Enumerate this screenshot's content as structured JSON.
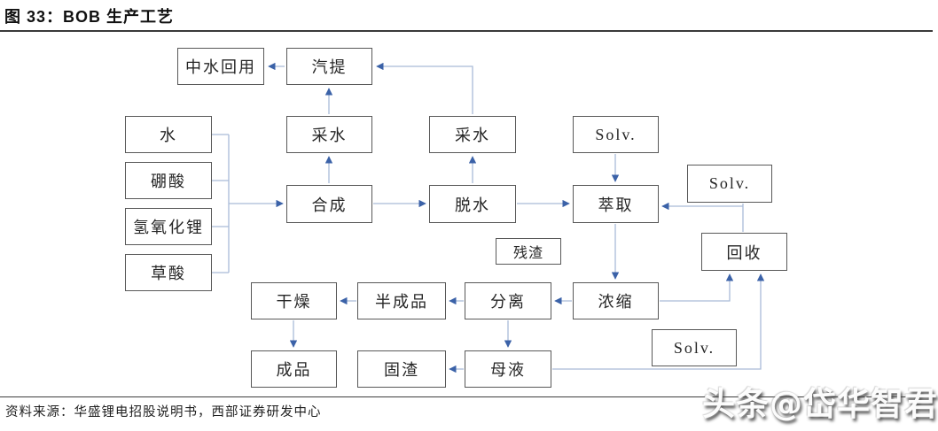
{
  "figure": {
    "title": "图 33：BOB 生产工艺",
    "source": "资料来源：华盛锂电招股说明书，西部证券研发中心",
    "watermark": "头条@岱华智君"
  },
  "colors": {
    "connector_line": "#a9bbd8",
    "arrowhead": "#3b62a8",
    "box_border": "#585858",
    "box_text": "#262626",
    "title_rule": "#3a3a3a",
    "source_rule": "#3d3d3d"
  },
  "flowchart": {
    "nodes": [
      {
        "id": "reclaimed-water-reuse",
        "label": "中水回用"
      },
      {
        "id": "steam-stripping",
        "label": "汽提"
      },
      {
        "id": "water-collection-1",
        "label": "采水"
      },
      {
        "id": "water-collection-2",
        "label": "采水"
      },
      {
        "id": "solvent-top",
        "label": "Solv."
      },
      {
        "id": "water",
        "label": "水"
      },
      {
        "id": "boric-acid",
        "label": "硼酸"
      },
      {
        "id": "lithium-hydroxide",
        "label": "氢氧化锂"
      },
      {
        "id": "oxalic-acid",
        "label": "草酸"
      },
      {
        "id": "synthesis",
        "label": "合成"
      },
      {
        "id": "dehydration",
        "label": "脱水"
      },
      {
        "id": "extraction",
        "label": "萃取"
      },
      {
        "id": "solvent-right",
        "label": "Solv."
      },
      {
        "id": "recovery",
        "label": "回收"
      },
      {
        "id": "residue",
        "label": "残渣"
      },
      {
        "id": "concentration",
        "label": "浓缩"
      },
      {
        "id": "separation",
        "label": "分离"
      },
      {
        "id": "semi-finished-product",
        "label": "半成品"
      },
      {
        "id": "drying",
        "label": "干燥"
      },
      {
        "id": "finished-product",
        "label": "成品"
      },
      {
        "id": "solid-residue",
        "label": "固渣"
      },
      {
        "id": "mother-liquor",
        "label": "母液"
      },
      {
        "id": "solvent-bottom",
        "label": "Solv."
      }
    ],
    "edges": [
      {
        "from": "steam-stripping",
        "to": "reclaimed-water-reuse",
        "arrow": true
      },
      {
        "from": "water-collection-1",
        "to": "steam-stripping",
        "arrow": true
      },
      {
        "from": "water-collection-2",
        "to": "steam-stripping",
        "arrow": true
      },
      {
        "from": "synthesis",
        "to": "water-collection-1",
        "arrow": true
      },
      {
        "from": "dehydration",
        "to": "water-collection-2",
        "arrow": true
      },
      {
        "from": "water",
        "to": "synthesis",
        "arrow": true
      },
      {
        "from": "boric-acid",
        "to": "synthesis",
        "arrow": true
      },
      {
        "from": "lithium-hydroxide",
        "to": "synthesis",
        "arrow": true
      },
      {
        "from": "oxalic-acid",
        "to": "synthesis",
        "arrow": true
      },
      {
        "from": "synthesis",
        "to": "dehydration",
        "arrow": true
      },
      {
        "from": "dehydration",
        "to": "extraction",
        "arrow": true
      },
      {
        "from": "solvent-top",
        "to": "extraction",
        "arrow": true
      },
      {
        "from": "solvent-right",
        "to": "extraction",
        "arrow": true
      },
      {
        "from": "solvent-right",
        "to": "recovery",
        "arrow": false
      },
      {
        "from": "extraction",
        "to": "concentration",
        "arrow": true
      },
      {
        "from": "concentration",
        "to": "separation",
        "arrow": true
      },
      {
        "from": "separation",
        "to": "semi-finished-product",
        "arrow": true
      },
      {
        "from": "semi-finished-product",
        "to": "drying",
        "arrow": true
      },
      {
        "from": "drying",
        "to": "finished-product",
        "arrow": true
      },
      {
        "from": "separation",
        "to": "mother-liquor",
        "arrow": true
      },
      {
        "from": "mother-liquor",
        "to": "solid-residue",
        "arrow": true
      },
      {
        "from": "concentration",
        "to": "recovery",
        "arrow": true
      },
      {
        "from": "mother-liquor",
        "to": "recovery",
        "arrow": true
      }
    ]
  }
}
